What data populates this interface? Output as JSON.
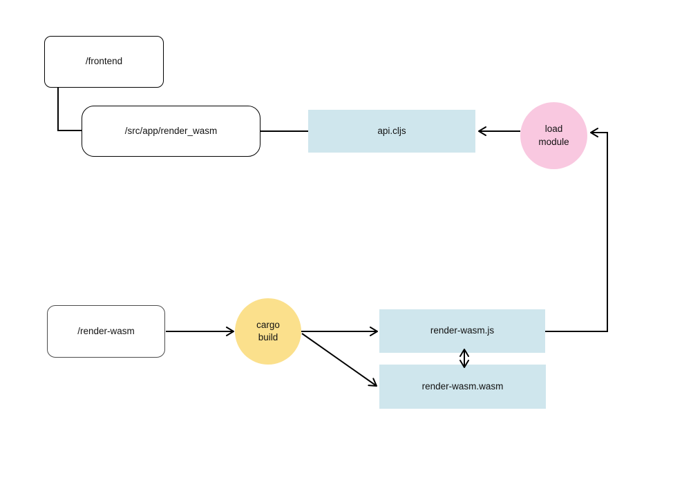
{
  "colors": {
    "background": "#ffffff",
    "box_blue": "#cfe6ed",
    "circle_pink": "#f9c8e0",
    "circle_yellow": "#fbe08c",
    "line": "#000000",
    "text": "#111111",
    "rect_border": "#000000",
    "rect_border_gray": "#4a4a4a"
  },
  "nodes": {
    "frontend": {
      "label": "/frontend",
      "shape": "rounded-rect"
    },
    "src_app_render_wasm": {
      "label": "/src/app/render_wasm",
      "shape": "rounded-rect"
    },
    "api_cljs": {
      "label": "api.cljs",
      "shape": "blue-box"
    },
    "load_module": {
      "label": "load\nmodule",
      "shape": "pink-circle"
    },
    "render_wasm_dir": {
      "label": "/render-wasm",
      "shape": "rounded-rect"
    },
    "cargo_build": {
      "label": "cargo\nbuild",
      "shape": "yellow-circle"
    },
    "render_wasm_js": {
      "label": "render-wasm.js",
      "shape": "blue-box"
    },
    "render_wasm_wasm": {
      "label": "render-wasm.wasm",
      "shape": "blue-box"
    }
  },
  "edges": [
    {
      "from": "frontend",
      "to": "src_app_render_wasm",
      "style": "elbow",
      "arrow": "none"
    },
    {
      "from": "src_app_render_wasm",
      "to": "api_cljs",
      "style": "straight",
      "arrow": "none"
    },
    {
      "from": "load_module",
      "to": "api_cljs",
      "style": "straight",
      "arrow": "end"
    },
    {
      "from": "render_wasm_js",
      "to": "load_module",
      "style": "elbow",
      "arrow": "end"
    },
    {
      "from": "render_wasm_dir",
      "to": "cargo_build",
      "style": "straight",
      "arrow": "end"
    },
    {
      "from": "cargo_build",
      "to": "render_wasm_js",
      "style": "straight",
      "arrow": "end"
    },
    {
      "from": "cargo_build",
      "to": "render_wasm_wasm",
      "style": "diagonal",
      "arrow": "end"
    },
    {
      "from": "render_wasm_js",
      "to": "render_wasm_wasm",
      "style": "straight",
      "arrow": "both"
    }
  ]
}
